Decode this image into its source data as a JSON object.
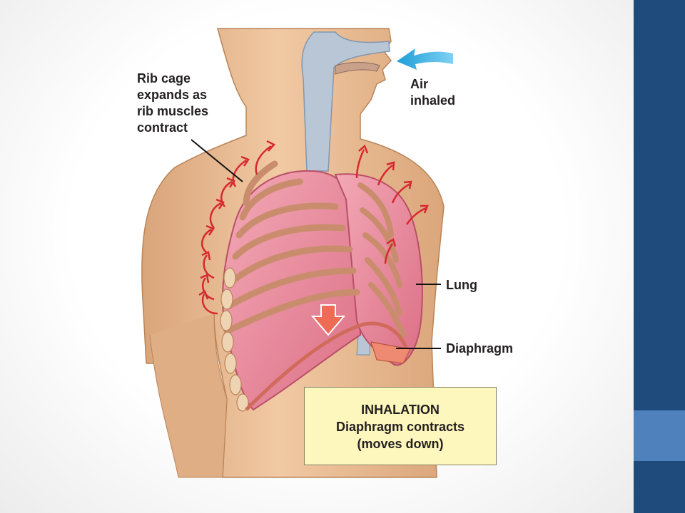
{
  "labels": {
    "rib_cage": [
      "Rib cage",
      "expands as",
      "rib muscles",
      "contract"
    ],
    "air": [
      "Air",
      "inhaled"
    ],
    "lung": "Lung",
    "diaphragm": "Diaphragm"
  },
  "caption": {
    "title": "INHALATION",
    "line1": "Diaphragm contracts",
    "line2": "(moves down)"
  },
  "colors": {
    "sidebar": "#1f4a7c",
    "sidebar_accent": "#4f81bd",
    "skin": "#e8b98f",
    "lung": "#e88a9c",
    "arrow_red": "#d7282f",
    "air_arrow": "#3fb3e6",
    "caption_bg": "#fdf6bd"
  }
}
